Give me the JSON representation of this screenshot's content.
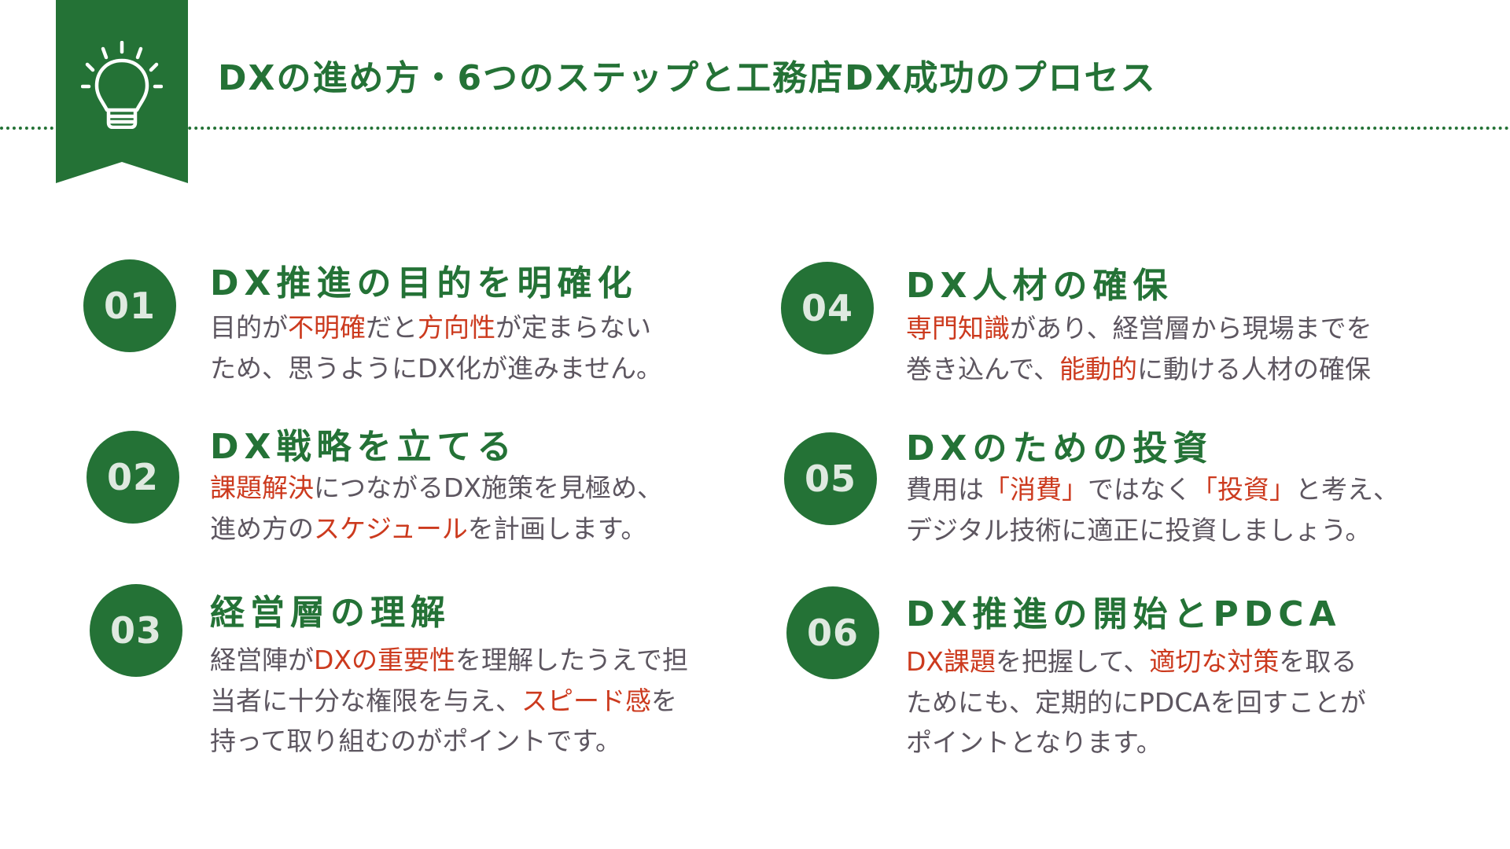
{
  "title": "DXの進め方・6つのステップと工務店DX成功のプロセス",
  "banner_icon": "lightbulb-icon",
  "colors": {
    "green": "#247236",
    "highlight": "#cc3a1e",
    "text": "#5d5660"
  },
  "steps": [
    {
      "number": "01",
      "heading": "DX推進の目的を明確化",
      "lines": [
        [
          {
            "t": "目的が",
            "h": false
          },
          {
            "t": "不明確",
            "h": true
          },
          {
            "t": "だと",
            "h": false
          },
          {
            "t": "方向性",
            "h": true
          },
          {
            "t": "が定まらない",
            "h": false
          }
        ],
        [
          {
            "t": "ため、思うようにDX化が進みません。",
            "h": false
          }
        ]
      ]
    },
    {
      "number": "02",
      "heading": "DX戦略を立てる",
      "lines": [
        [
          {
            "t": "課題解決",
            "h": true
          },
          {
            "t": "につながるDX施策を見極め、",
            "h": false
          }
        ],
        [
          {
            "t": "進め方の",
            "h": false
          },
          {
            "t": "スケジュール",
            "h": true
          },
          {
            "t": "を計画します。",
            "h": false
          }
        ]
      ]
    },
    {
      "number": "03",
      "heading": "経営層の理解",
      "lines": [
        [
          {
            "t": "経営陣が",
            "h": false
          },
          {
            "t": "DXの重要性",
            "h": true
          },
          {
            "t": "を理解したうえで担",
            "h": false
          }
        ],
        [
          {
            "t": "当者に十分な権限を与え、",
            "h": false
          },
          {
            "t": "スピード感",
            "h": true
          },
          {
            "t": "を",
            "h": false
          }
        ],
        [
          {
            "t": "持って取り組むのがポイントです。",
            "h": false
          }
        ]
      ]
    },
    {
      "number": "04",
      "heading": "DX人材の確保",
      "lines": [
        [
          {
            "t": "専門知識",
            "h": true
          },
          {
            "t": "があり、経営層から現場までを",
            "h": false
          }
        ],
        [
          {
            "t": "巻き込んで、",
            "h": false
          },
          {
            "t": "能動的",
            "h": true
          },
          {
            "t": "に動ける人材の確保",
            "h": false
          }
        ]
      ]
    },
    {
      "number": "05",
      "heading": "DXのための投資",
      "lines": [
        [
          {
            "t": "費用は",
            "h": false
          },
          {
            "t": "「消費」",
            "h": true
          },
          {
            "t": "ではなく",
            "h": false
          },
          {
            "t": "「投資」",
            "h": true
          },
          {
            "t": "と考え、",
            "h": false
          }
        ],
        [
          {
            "t": "デジタル技術に適正に投資しましょう。",
            "h": false
          }
        ]
      ]
    },
    {
      "number": "06",
      "heading": "DX推進の開始とPDCA",
      "lines": [
        [
          {
            "t": "DX課題",
            "h": true
          },
          {
            "t": "を把握して、",
            "h": false
          },
          {
            "t": "適切な対策",
            "h": true
          },
          {
            "t": "を取る",
            "h": false
          }
        ],
        [
          {
            "t": "ためにも、定期的にPDCAを回すことが",
            "h": false
          }
        ],
        [
          {
            "t": "ポイントとなります。",
            "h": false
          }
        ]
      ]
    }
  ]
}
